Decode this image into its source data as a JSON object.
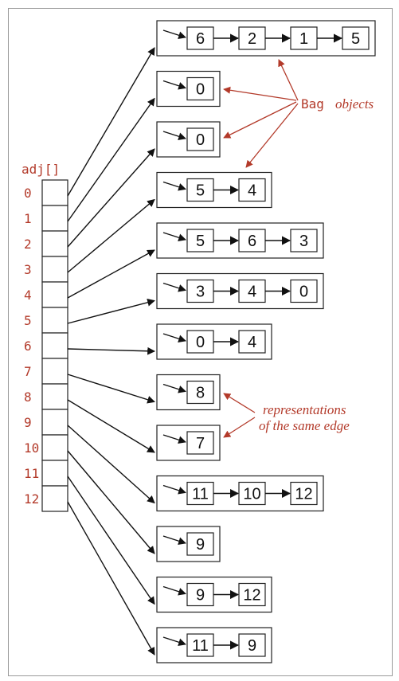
{
  "diagram": {
    "array_label": "adj[]",
    "indices": [
      "0",
      "1",
      "2",
      "3",
      "4",
      "5",
      "6",
      "7",
      "8",
      "9",
      "10",
      "11",
      "12"
    ],
    "bags": [
      [
        "6",
        "2",
        "1",
        "5"
      ],
      [
        "0"
      ],
      [
        "0"
      ],
      [
        "5",
        "4"
      ],
      [
        "5",
        "6",
        "3"
      ],
      [
        "3",
        "4",
        "0"
      ],
      [
        "0",
        "4"
      ],
      [
        "8"
      ],
      [
        "7"
      ],
      [
        "11",
        "10",
        "12"
      ],
      [
        "9"
      ],
      [
        "9",
        "12"
      ],
      [
        "11",
        "9"
      ]
    ],
    "annotation_bag_word": "Bag",
    "annotation_bag_italic": "objects",
    "annotation_rep_line1": "representations",
    "annotation_rep_line2": "of the same edge"
  },
  "colors": {
    "accent_red": "#b33a2a",
    "line": "#111111",
    "box_border": "#222222"
  }
}
